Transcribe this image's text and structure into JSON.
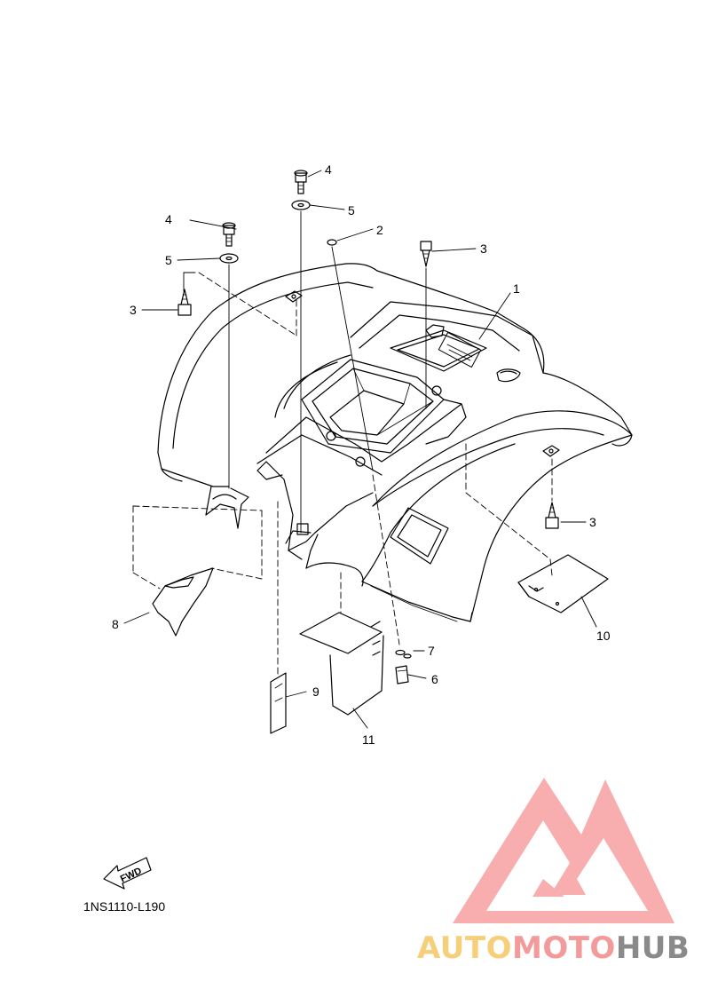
{
  "diagram": {
    "code": "1NS1110-L190",
    "fwd_label": "FWD",
    "callouts": {
      "c1": "1",
      "c2": "2",
      "c3a": "3",
      "c3b": "3",
      "c3c": "3",
      "c4a": "4",
      "c4b": "4",
      "c5a": "5",
      "c5b": "5",
      "c6": "6",
      "c7": "7",
      "c8": "8",
      "c9": "9",
      "c10": "10",
      "c11": "11"
    }
  },
  "watermark": {
    "logo_icon": "triangle-m-logo-icon",
    "part1": "AUTO",
    "part2": "MOTO",
    "part3": "HUB",
    "colors": {
      "auto": "#f7cf7a",
      "moto": "#f39b9b",
      "hub": "#8a8a8a",
      "triangle": "#f7a0a0"
    }
  }
}
